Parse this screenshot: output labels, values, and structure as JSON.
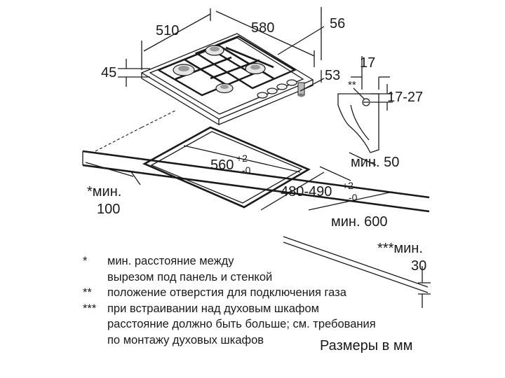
{
  "dimensions": {
    "hob_depth": "510",
    "hob_width": "580",
    "hob_height": "45",
    "connector_offset": "56",
    "connector_depth": "53",
    "gas_inlet_width": "17",
    "gas_inlet_height": "17-27",
    "gas_inlet_mark": "**",
    "min_50": "мин. 50",
    "cutout_width": "560",
    "cutout_width_plus": "+2",
    "cutout_width_minus": "-0",
    "cutout_depth": "480-490",
    "cutout_depth_plus": "+2",
    "cutout_depth_minus": "-0",
    "wall_min_label": "*мин.",
    "wall_min_value": "100",
    "front_min": "мин. 600",
    "oven_min_label": "***мин.",
    "oven_min_value": "30"
  },
  "notes": [
    {
      "mark": "*",
      "lines": [
        "мин. расстояние между",
        "вырезом под панель и стенкой"
      ]
    },
    {
      "mark": "**",
      "lines": [
        "положение отверстия для подключения газа"
      ]
    },
    {
      "mark": "***",
      "lines": [
        "при встраивании над духовым шкафом",
        "расстояние должно быть больше; см. требования",
        "по монтажу духовых шкафов"
      ]
    }
  ],
  "units": "Размеры в мм"
}
